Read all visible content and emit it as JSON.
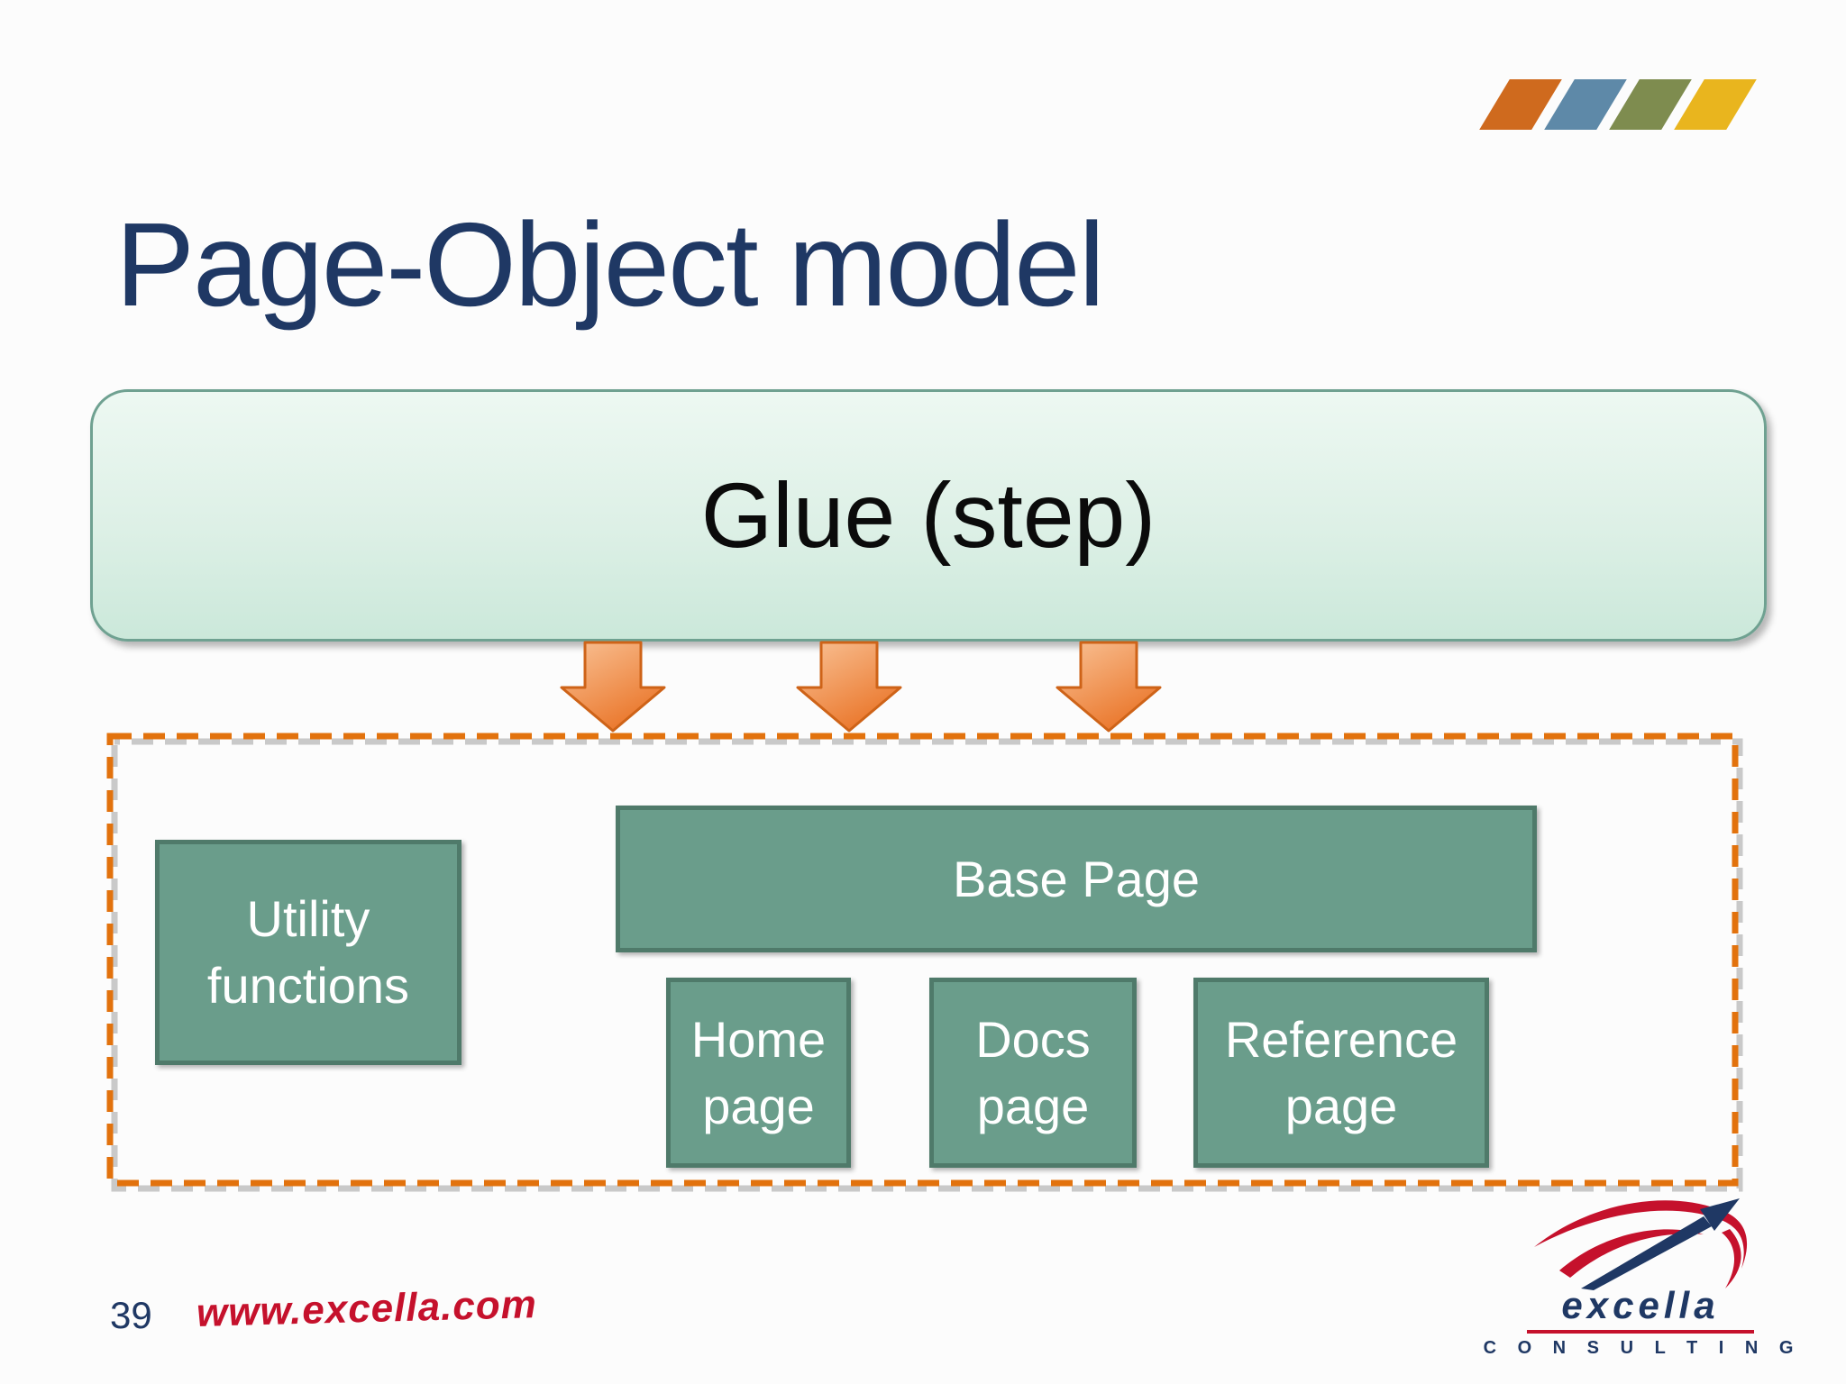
{
  "slide": {
    "title": "Page-Object model",
    "page_number": "39",
    "website": "www.excella.com"
  },
  "diagram": {
    "glue_label": "Glue (step)",
    "utility_label": "Utility functions",
    "base_page_label": "Base Page",
    "child_pages": [
      "Home page",
      "Docs page",
      "Reference page"
    ]
  },
  "logo": {
    "brand": "excella",
    "tagline": "C O N S U L T I N G"
  },
  "colors": {
    "title_navy": "#1F3864",
    "box_green_fill": "#6A9D8B",
    "box_green_border": "#4F7A6A",
    "glue_gradient_top": "#EDF8F2",
    "glue_gradient_bottom": "#CBE8DA",
    "glue_border": "#6FA191",
    "arrow_fill_light": "#F7BA8B",
    "arrow_fill_dark": "#EB7A2C",
    "arrow_border": "#CE6318",
    "dashed_border_orange": "#E2720D",
    "dashed_shadow_gray": "#C9C9C9",
    "footer_red": "#C5112C",
    "slash_orange": "#CF6A1E",
    "slash_blue": "#5E89A8",
    "slash_olive": "#7E8C4F",
    "slash_gold": "#E9B51E"
  }
}
